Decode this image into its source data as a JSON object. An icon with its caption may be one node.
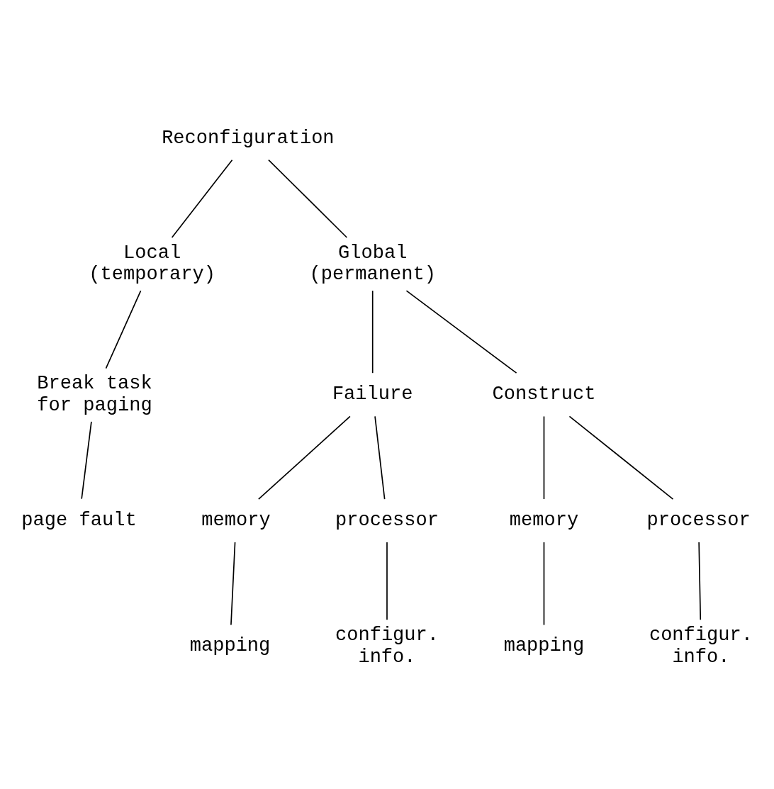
{
  "diagram": {
    "nodes": [
      {
        "text": [
          "Reconfiguration"
        ]
      },
      {
        "text": [
          "Local (temporary)"
        ]
      },
      {
        "text": [
          "Global (permanent)"
        ]
      },
      {
        "text": [
          "Break task for paging"
        ]
      },
      {
        "text": [
          "Failure"
        ]
      },
      {
        "text": [
          "Construct"
        ]
      },
      {
        "text": [
          "page fault"
        ]
      },
      {
        "text": [
          "memory"
        ]
      },
      {
        "text": [
          "processor"
        ]
      },
      {
        "text": [
          "memory"
        ]
      },
      {
        "text": [
          "processor"
        ]
      },
      {
        "text": [
          "mapping"
        ]
      },
      {
        "text": [
          "configur. info."
        ]
      },
      {
        "text": [
          "mapping"
        ]
      },
      {
        "text": [
          "configur. info."
        ]
      }
    ],
    "edges": [
      {
        "from": 0,
        "to": 1,
        "arrow": "none"
      },
      {
        "from": 0,
        "to": 2,
        "arrow": "none"
      },
      {
        "from": 1,
        "to": 3,
        "arrow": "none"
      },
      {
        "from": 2,
        "to": 4,
        "arrow": "none"
      },
      {
        "from": 2,
        "to": 5,
        "arrow": "none"
      },
      {
        "from": 3,
        "to": 6,
        "arrow": "none"
      },
      {
        "from": 4,
        "to": 7,
        "arrow": "none"
      },
      {
        "from": 4,
        "to": 8,
        "arrow": "none"
      },
      {
        "from": 5,
        "to": 9,
        "arrow": "none"
      },
      {
        "from": 5,
        "to": 10,
        "arrow": "none"
      },
      {
        "from": 7,
        "to": 11,
        "arrow": "none"
      },
      {
        "from": 8,
        "to": 12,
        "arrow": "none"
      },
      {
        "from": 9,
        "to": 13,
        "arrow": "none"
      },
      {
        "from": 10,
        "to": 14,
        "arrow": "none"
      }
    ]
  }
}
